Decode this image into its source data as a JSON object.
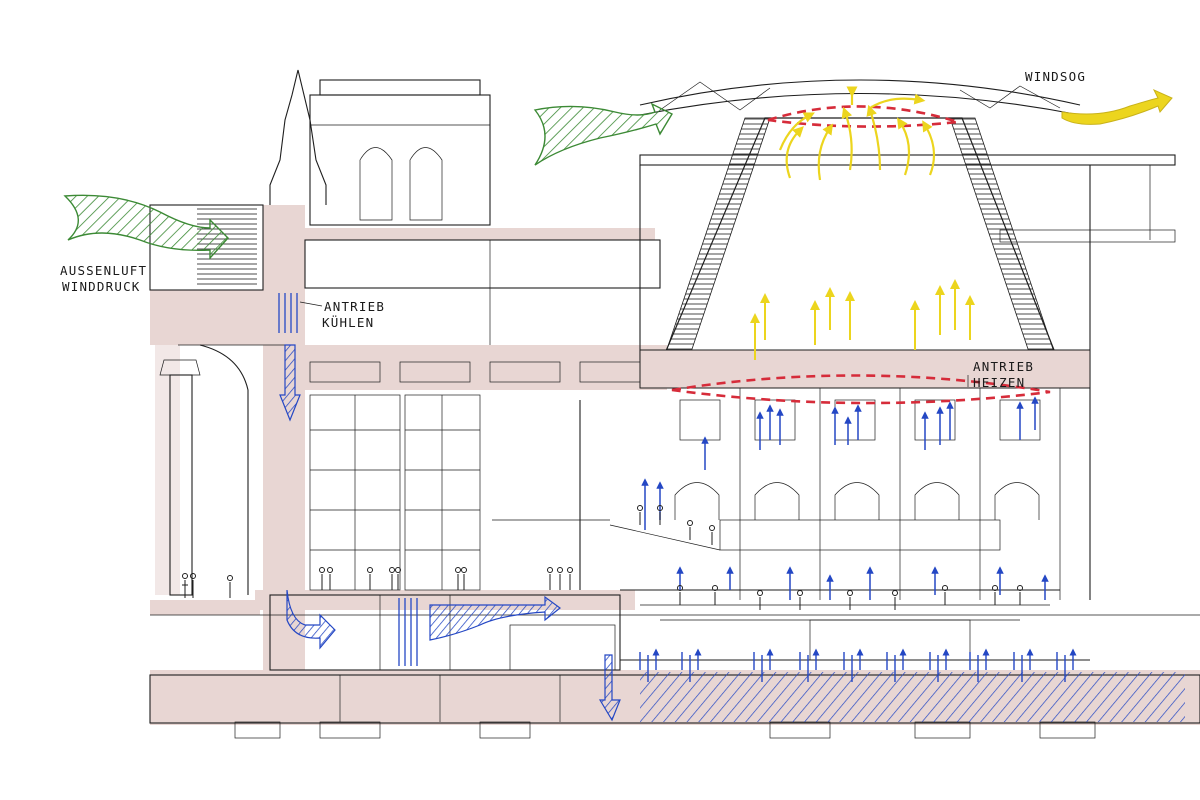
{
  "labels": {
    "outside_air": "AUSSENLUFT",
    "wind_pressure": "WINDDRUCK",
    "drive_cooling_1": "ANTRIEB",
    "drive_cooling_2": "KÜHLEN",
    "drive_heating_1": "ANTRIEB",
    "drive_heating_2": "HEIZEN",
    "wind_suction": "WINDSOG"
  },
  "colors": {
    "structure_wash": "#e8d6d3",
    "ink": "#1e1e1e",
    "wind": "#3c8a35",
    "warm_air": "#ecd51e",
    "cool_air": "#2447c4",
    "heating_line": "#d62c3a",
    "paper": "#ffffff"
  },
  "legend_icons": {
    "wind_in_arrow": "wind-arrow-icon",
    "wind_out_arrow": "wind-suction-arrow-icon",
    "cooling_arrow": "cool-air-arrow-icon",
    "rising_air_arrow": "warm-air-arrow-icon"
  }
}
